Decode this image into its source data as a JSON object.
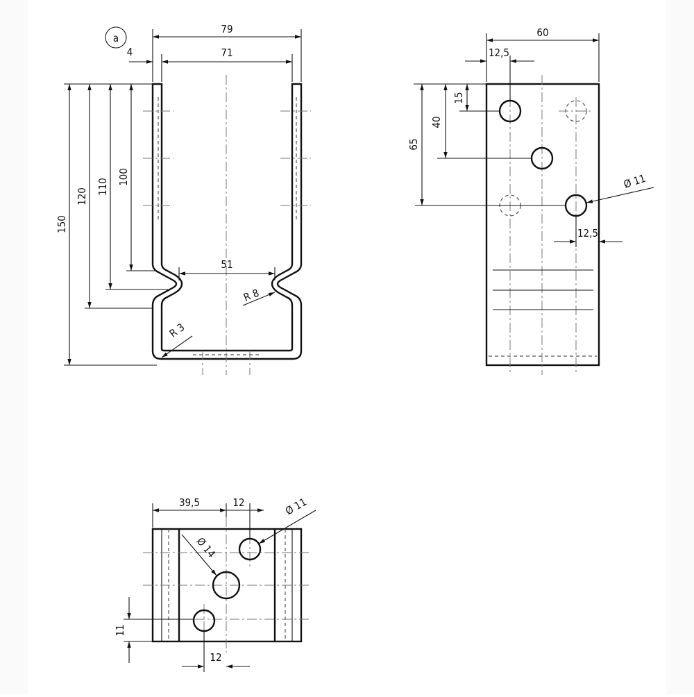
{
  "drawing": {
    "detail_label": "a",
    "front_view": {
      "dims": {
        "overall_width": "79",
        "inner_width": "71",
        "thickness": "4",
        "height_150": "150",
        "height_120": "120",
        "height_110": "110",
        "height_100": "100",
        "waist_width": "51",
        "radius_large": "R 8",
        "radius_small": "R 3"
      }
    },
    "side_view": {
      "dims": {
        "width": "60",
        "hole_offset_x": "12,5",
        "hole_offset_y": "15",
        "hole_distance_40": "40",
        "hole_distance_65": "65",
        "hole_diameter": "Ø 11",
        "right_offset": "12,5"
      }
    },
    "bottom_view": {
      "dims": {
        "offset_39_5": "39,5",
        "offset_12_top": "12",
        "hole_diameter_11": "Ø 11",
        "hole_diameter_14": "Ø 14",
        "offset_11": "11",
        "offset_12_bottom": "12"
      }
    }
  }
}
